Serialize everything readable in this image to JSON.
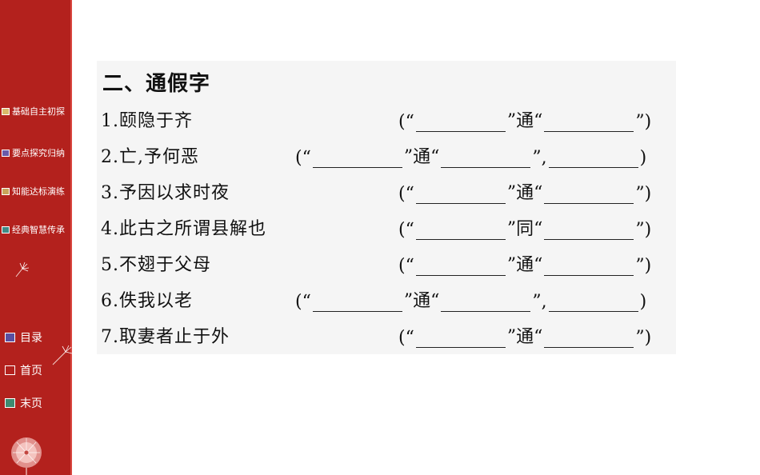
{
  "sidebar": {
    "sections": [
      {
        "label": "基础自主初探",
        "color": "#d9b96a"
      },
      {
        "label": "要点探究归纳",
        "color": "#6a5aa8"
      },
      {
        "label": "知能达标演练",
        "color": "#c9a35a"
      },
      {
        "label": "经典智慧传承",
        "color": "#3f8a86"
      }
    ],
    "links": [
      {
        "label": "目录",
        "color": "#5a4fa0"
      },
      {
        "label": "首页",
        "color": "#b3211d"
      },
      {
        "label": "末页",
        "color": "#3f8a70"
      }
    ]
  },
  "main": {
    "title": "二、通假字",
    "items": [
      {
        "question": "1.颐隐于齐",
        "open": "(“",
        "mid": "”通“",
        "close": "”)"
      },
      {
        "question": "2.亡,予何恶",
        "open": "(“",
        "mid": "”通“",
        "tail": "”,",
        "close": ")"
      },
      {
        "question": "3.予因以求时夜",
        "open": "(“",
        "mid": "”通“",
        "close": "”)"
      },
      {
        "question": "4.此古之所谓县解也",
        "open": "(“",
        "mid": "”同“",
        "close": "”)"
      },
      {
        "question": "5.不翅于父母",
        "open": "(“",
        "mid": "”通“",
        "close": "”)"
      },
      {
        "question": "6.佚我以老",
        "open": "(“",
        "mid": "”通“",
        "tail": "”,",
        "close": ")"
      },
      {
        "question": "7.取妻者止于外",
        "open": "(“",
        "mid": "”通“",
        "close": "”)"
      }
    ]
  }
}
